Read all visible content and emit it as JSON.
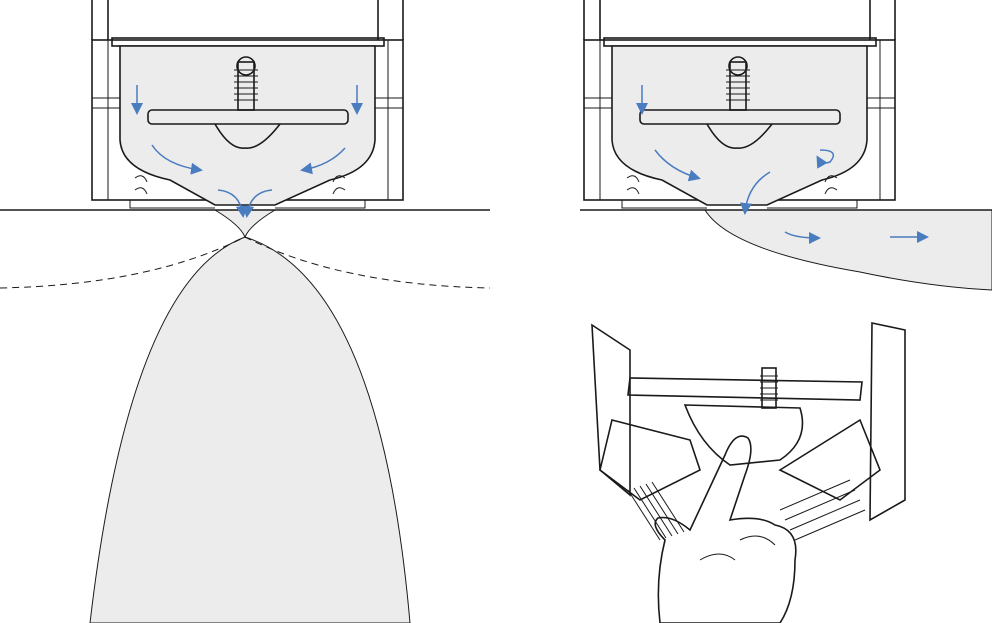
{
  "colors": {
    "flow_arrow": "#4a7cc0",
    "air_fill": "#ececec",
    "outline": "#1a1a1a"
  },
  "panels": [
    {
      "name": "vertical-jet-mode"
    },
    {
      "name": "horizontal-coanda-mode"
    },
    {
      "name": "manual-adjustment-view"
    }
  ]
}
